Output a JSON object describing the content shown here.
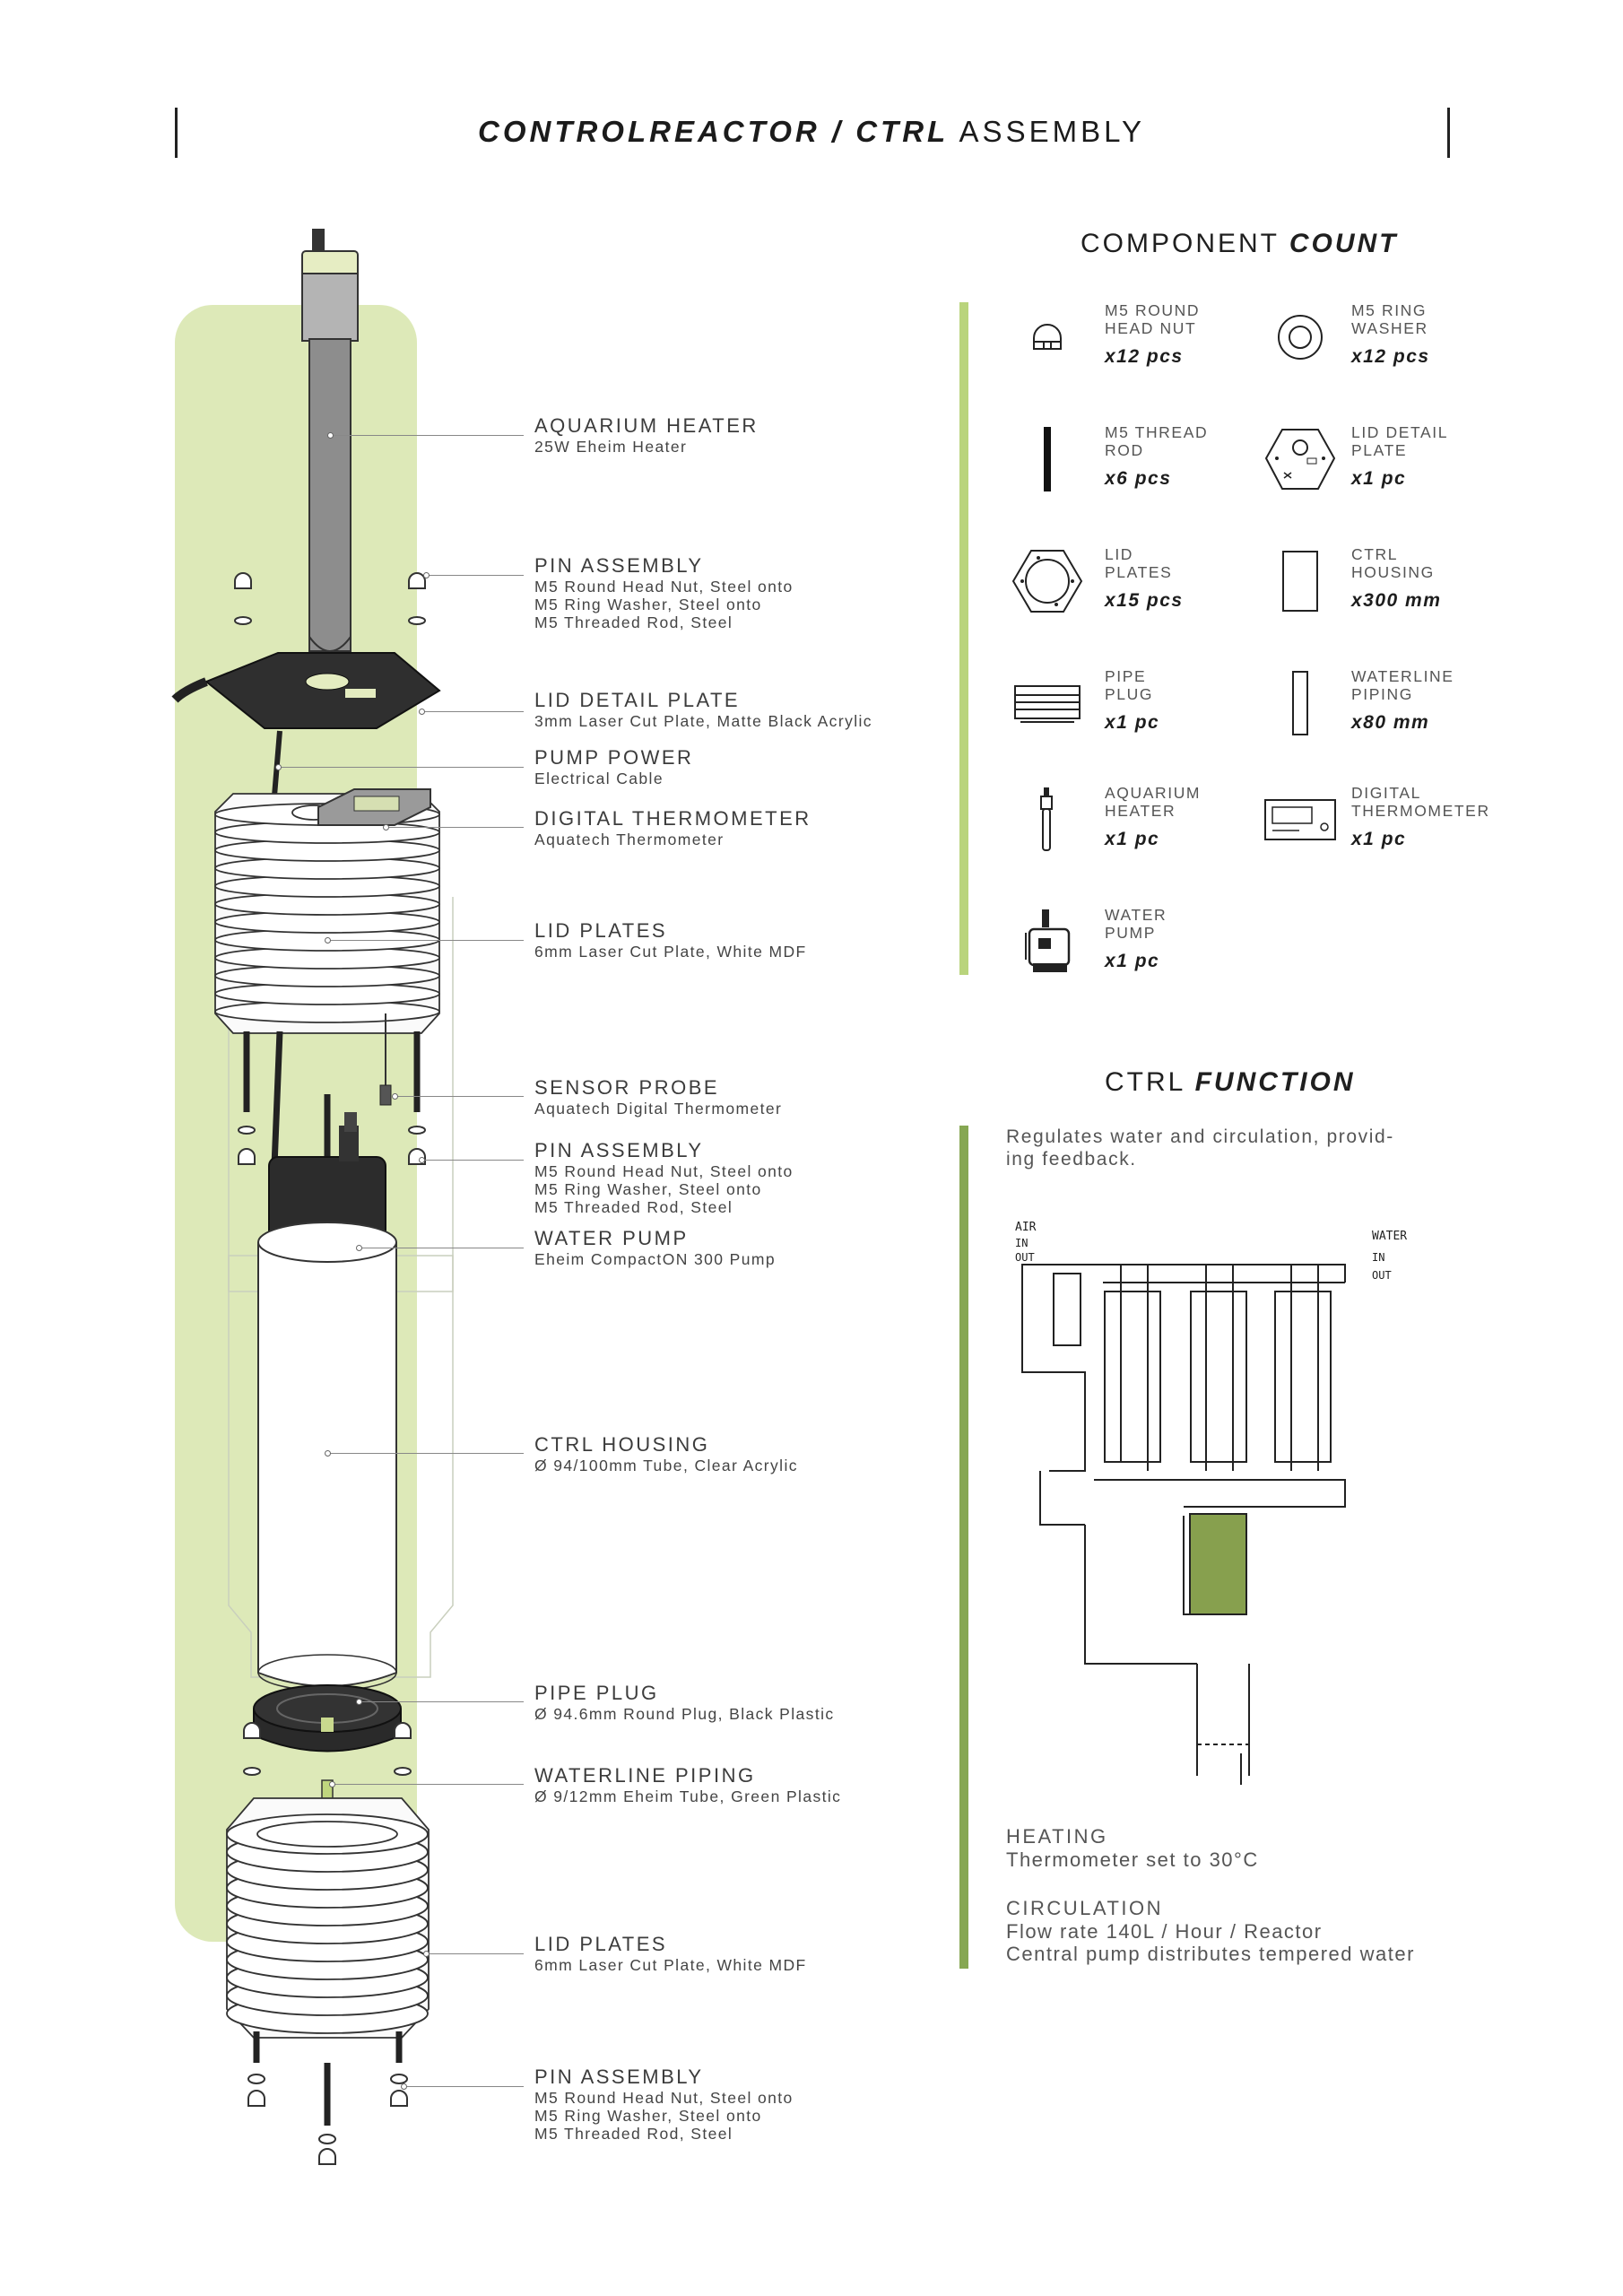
{
  "header": {
    "title_bold": "CONTROLREACTOR / CTRL",
    "title_light": "ASSEMBLY"
  },
  "labels": [
    {
      "title": "AQUARIUM HEATER",
      "subs": [
        "25W Eheim Heater"
      ]
    },
    {
      "title": "PIN ASSEMBLY",
      "subs": [
        "M5 Round Head Nut, Steel onto",
        "M5 Ring Washer, Steel onto",
        "M5 Threaded Rod, Steel"
      ]
    },
    {
      "title": "LID DETAIL PLATE",
      "subs": [
        "3mm Laser Cut Plate, Matte Black Acrylic"
      ]
    },
    {
      "title": "PUMP POWER",
      "subs": [
        "Electrical Cable"
      ]
    },
    {
      "title": "DIGITAL THERMOMETER",
      "subs": [
        "Aquatech Thermometer"
      ]
    },
    {
      "title": "LID PLATES",
      "subs": [
        "6mm Laser Cut Plate, White MDF"
      ]
    },
    {
      "title": "SENSOR PROBE",
      "subs": [
        "Aquatech Digital Thermometer"
      ]
    },
    {
      "title": "PIN ASSEMBLY",
      "subs": [
        "M5 Round Head Nut, Steel onto",
        "M5 Ring Washer, Steel onto",
        "M5 Threaded Rod, Steel"
      ]
    },
    {
      "title": "WATER PUMP",
      "subs": [
        "Eheim CompactON 300 Pump"
      ]
    },
    {
      "title": "CTRL HOUSING",
      "subs": [
        "Ø 94/100mm Tube, Clear Acrylic"
      ]
    },
    {
      "title": "PIPE PLUG",
      "subs": [
        "Ø 94.6mm Round Plug, Black Plastic"
      ]
    },
    {
      "title": "WATERLINE PIPING",
      "subs": [
        "Ø 9/12mm Eheim Tube, Green Plastic"
      ]
    },
    {
      "title": "LID PLATES",
      "subs": [
        "6mm Laser Cut Plate, White MDF"
      ]
    },
    {
      "title": "PIN ASSEMBLY",
      "subs": [
        "M5 Round Head Nut, Steel onto",
        "M5 Ring Washer, Steel onto",
        "M5 Threaded Rod, Steel"
      ]
    }
  ],
  "component_count": {
    "title_light": "COMPONENT",
    "title_bold": "COUNT",
    "items": [
      {
        "name": [
          "M5 ROUND",
          "HEAD NUT"
        ],
        "qty": "x12 pcs",
        "icon": "round-nut-icon"
      },
      {
        "name": [
          "M5 RING",
          "WASHER"
        ],
        "qty": "x12 pcs",
        "icon": "ring-washer-icon"
      },
      {
        "name": [
          "M5 THREAD",
          "ROD"
        ],
        "qty": "x6 pcs",
        "icon": "thread-rod-icon"
      },
      {
        "name": [
          "LID DETAIL",
          "PLATE"
        ],
        "qty": "x1 pc",
        "icon": "lid-detail-plate-icon"
      },
      {
        "name": [
          "LID",
          "PLATES"
        ],
        "qty": "x15 pcs",
        "icon": "lid-plate-icon"
      },
      {
        "name": [
          "CTRL",
          "HOUSING"
        ],
        "qty": "x300 mm",
        "icon": "housing-icon"
      },
      {
        "name": [
          "PIPE",
          "PLUG"
        ],
        "qty": "x1 pc",
        "icon": "pipe-plug-icon"
      },
      {
        "name": [
          "WATERLINE",
          "PIPING"
        ],
        "qty": "x80 mm",
        "icon": "piping-icon"
      },
      {
        "name": [
          "AQUARIUM",
          "HEATER"
        ],
        "qty": "x1 pc",
        "icon": "heater-icon"
      },
      {
        "name": [
          "DIGITAL",
          "THERMOMETER"
        ],
        "qty": "x1 pc",
        "icon": "thermometer-icon"
      },
      {
        "name": [
          "WATER",
          "PUMP"
        ],
        "qty": "x1 pc",
        "icon": "water-pump-icon"
      }
    ]
  },
  "ctrl_function": {
    "title_light": "CTRL",
    "title_bold": "FUNCTION",
    "intro": [
      "Regulates water and circulation, provid-",
      "ing feedback."
    ],
    "sketch_labels": {
      "air": "AIR",
      "in": "IN",
      "out": "OUT",
      "water": "WATER",
      "win": "IN",
      "wout": "OUT"
    },
    "sections": [
      {
        "title": "HEATING",
        "lines": [
          "Thermometer set to 30°C"
        ]
      },
      {
        "title": "CIRCULATION",
        "lines": [
          "Flow rate 140L / Hour / Reactor",
          "Central pump distributes tempered water"
        ]
      }
    ]
  },
  "colors": {
    "green_bg": "#dde9b8",
    "green_line": "#b9d47c",
    "green_dark": "#86a752",
    "sketch_green": "#87a04e"
  }
}
